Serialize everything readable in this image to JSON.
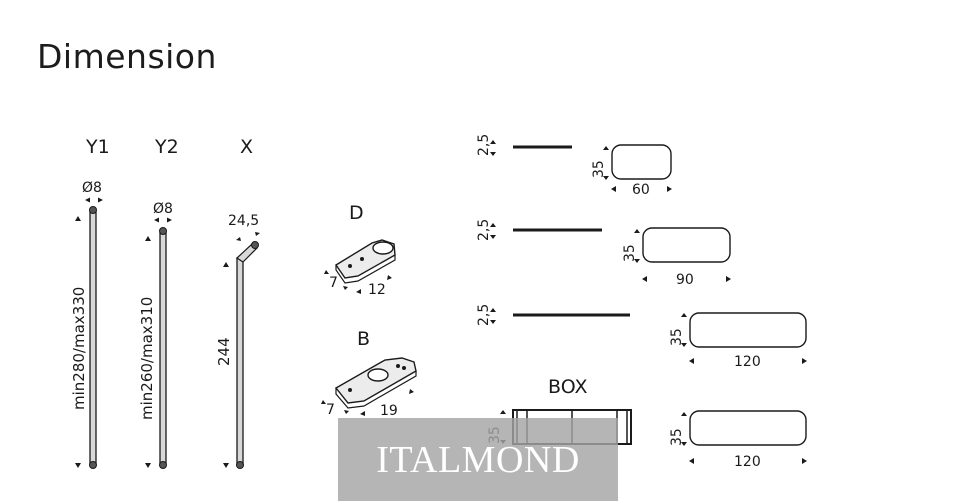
{
  "title": "Dimension",
  "poles": {
    "y1": {
      "label": "Y1",
      "diameter": "Ø8",
      "height": "min280/max330"
    },
    "y2": {
      "label": "Y2",
      "diameter": "Ø8",
      "height": "min260/max310"
    },
    "x": {
      "label": "X",
      "offset": "24,5",
      "height": "244"
    }
  },
  "bases": {
    "d": {
      "label": "D",
      "width": "7",
      "length": "12"
    },
    "b": {
      "label": "B",
      "width": "7",
      "length": "19"
    }
  },
  "shelves": [
    {
      "thickness": "2,5",
      "depth": "35",
      "width": "60"
    },
    {
      "thickness": "2,5",
      "depth": "35",
      "width": "90"
    },
    {
      "thickness": "2,5",
      "depth": "35",
      "width": "120"
    }
  ],
  "box": {
    "label": "BOX",
    "height": "35",
    "depth": "35",
    "width": "120"
  },
  "watermark": "ITALMOND"
}
